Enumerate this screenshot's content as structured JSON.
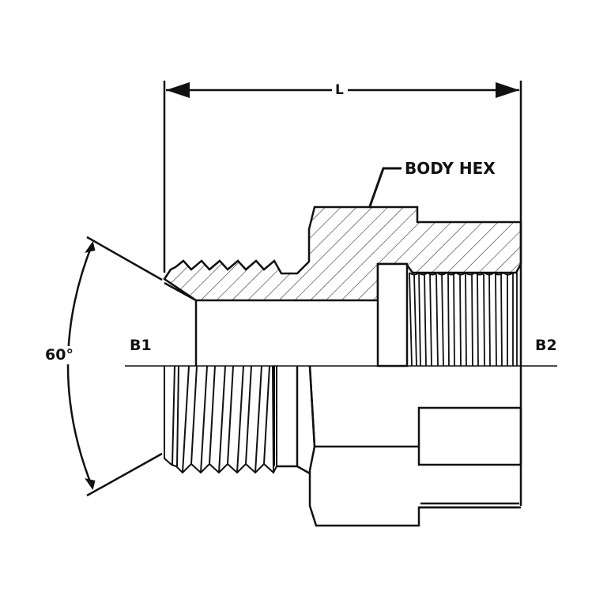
{
  "diagram": {
    "type": "technical cross-section drawing",
    "subject": "hydraulic adapter fitting (male thread B1 to female thread B2)",
    "labels": {
      "length": "L",
      "body_hex": "BODY HEX",
      "angle": "60°",
      "end_1": "B1",
      "end_2": "B2"
    },
    "colors": {
      "line": "#111111",
      "background": "#ffffff",
      "hatch": "#333333"
    }
  }
}
